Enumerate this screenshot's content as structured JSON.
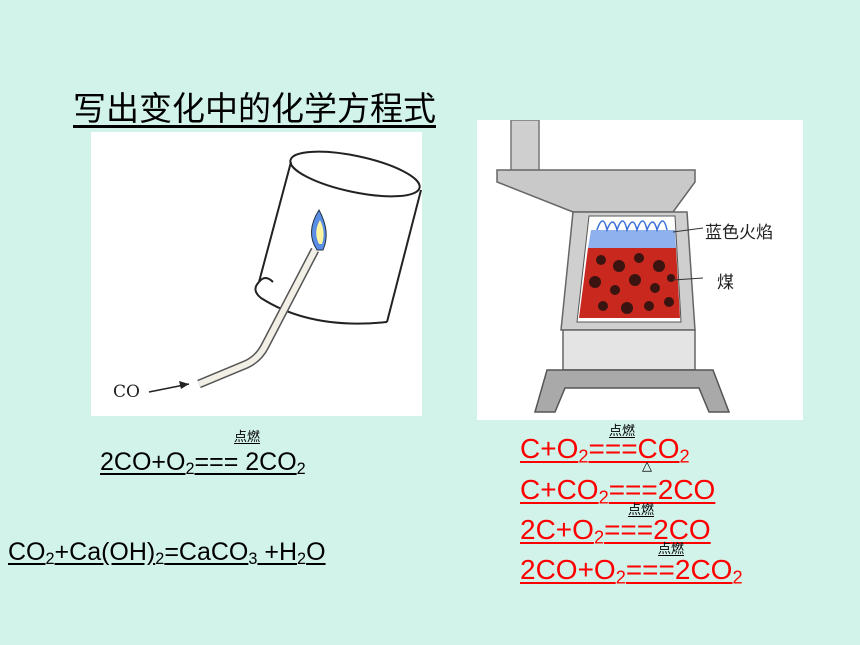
{
  "slide": {
    "title": "写出变化中的化学方程式"
  },
  "left_figure": {
    "gas_label": "CO"
  },
  "right_figure": {
    "flame_label": "蓝色火焰",
    "coal_label": "煤"
  },
  "left_equations": {
    "eq1": {
      "condition": "点燃",
      "p1": "2CO+O",
      "s1": "2",
      "p2": "=== 2CO",
      "s2": "2"
    },
    "eq2": {
      "p1": "CO",
      "s1": "2",
      "p2": "+Ca(OH)",
      "s2": "2",
      "p3": "=CaCO",
      "s3": "3",
      "p4": " +H",
      "s4": "2",
      "p5": "O"
    }
  },
  "right_equations": {
    "eq1": {
      "condition": "点燃",
      "p1": "C+O",
      "s1": "2",
      "p2": "===CO",
      "s2": "2"
    },
    "eq2": {
      "condition": "△",
      "p1": "C+CO",
      "s1": "2",
      "p2": "===2CO"
    },
    "eq3": {
      "condition": "点燃",
      "p1": "2C+O",
      "s1": "2",
      "p2": "===2CO"
    },
    "eq4": {
      "condition": "点燃",
      "p1": "2CO+O",
      "s1": "2",
      "p2": "===2CO",
      "s2": "2"
    }
  },
  "colors": {
    "background": "#d2f3ea",
    "equation_red": "#ff0000",
    "flame_blue": "#3a6fd8",
    "coal_red": "#c8281e"
  }
}
